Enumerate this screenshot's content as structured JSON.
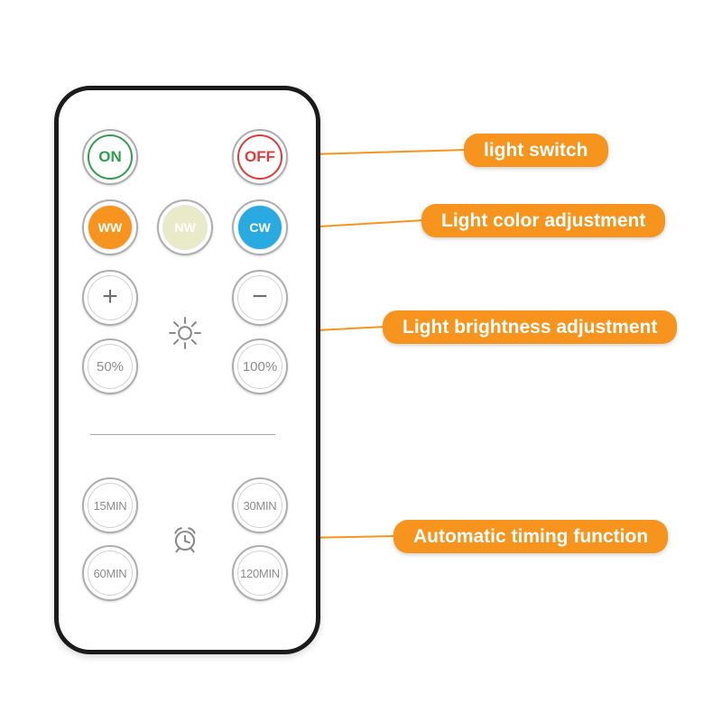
{
  "colors": {
    "accent_orange": "#F7941E",
    "on_green": "#2F9E4F",
    "off_red": "#E03A3A",
    "ww_orange": "#F7941E",
    "nw_cream": "#E9EAC8",
    "cw_blue": "#29ABE2"
  },
  "remote": {
    "buttons": {
      "on": "ON",
      "off": "OFF",
      "ww": "WW",
      "nw": "NW",
      "cw": "CW",
      "plus": "+",
      "minus": "−",
      "pct50": "50%",
      "pct100": "100%",
      "min15": "15MIN",
      "min30": "30MIN",
      "min60": "60MIN",
      "min120": "120MIN"
    },
    "icons": {
      "brightness": "sun-icon",
      "timer": "alarm-clock-icon"
    }
  },
  "callouts": {
    "light_switch": "light switch",
    "color_adjustment": "Light color adjustment",
    "brightness_adjustment": "Light brightness adjustment",
    "timing_function": "Automatic timing function"
  }
}
